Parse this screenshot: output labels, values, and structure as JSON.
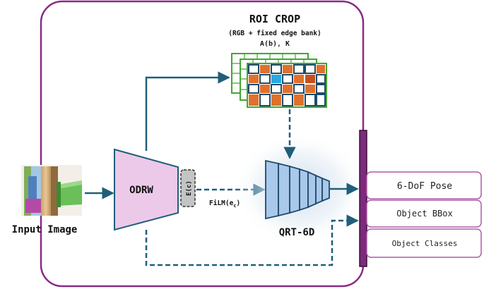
{
  "title": "ROI CROP",
  "roi_subtitle": "(RGB + fixed edge bank)",
  "roi_params": "A(b), K",
  "input_label": "Input Image",
  "odrw_label": "ODRW",
  "ec_label": "E(c)",
  "film_label": "FiLM(e",
  "film_sub": "c",
  "film_close": ")",
  "qrt_label": "QRT-6D",
  "outputs": [
    "6-DoF Pose",
    "Object BBox",
    "Object Classes"
  ],
  "colors": {
    "frame": "#8a2b86",
    "arrow": "#1f5f7a",
    "odrw_fill": "#ecc9e9",
    "qrt_fill": "#a9c8ea",
    "grid_green": "#43a535",
    "cell_orange": "#e0712c",
    "cell_blue": "#27a9e0",
    "cell_dark": "#1f4a6b",
    "bar_fill": "#7e2a7c",
    "output_border": "#b05aa8"
  }
}
